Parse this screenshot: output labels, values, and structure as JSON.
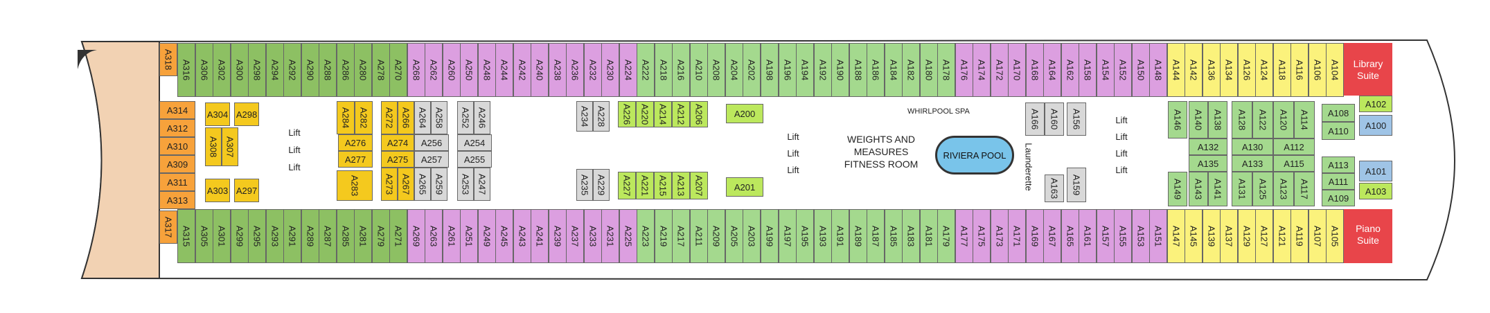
{
  "colors": {
    "green_dark": "#8dc063",
    "purple": "#dc9fe0",
    "green_light": "#a4d98e",
    "yellow": "#fbf27c",
    "orange": "#f7a23b",
    "gold": "#f4c91e",
    "gray": "#d8d8d8",
    "lime": "#bce85d",
    "blue_cabin": "#9fc4e6",
    "suite_red": "#e8454a"
  },
  "top_row": [
    "A316",
    "A306",
    "A302",
    "A300",
    "A298",
    "A294",
    "A292",
    "A290",
    "A288",
    "A286",
    "A280",
    "A278",
    "A270",
    "A268",
    "A262",
    "A260",
    "A250",
    "A248",
    "A244",
    "A242",
    "A240",
    "A238",
    "A236",
    "A232",
    "A230",
    "A224",
    "A222",
    "A218",
    "A216",
    "A210",
    "A208",
    "A204",
    "A202",
    "A198",
    "A196",
    "A194",
    "A192",
    "A190",
    "A188",
    "A186",
    "A184",
    "A182",
    "A180",
    "A178",
    "A176",
    "A174",
    "A172",
    "A170",
    "A168",
    "A164",
    "A162",
    "A158",
    "A154",
    "A152",
    "A150",
    "A148",
    "A144",
    "A142",
    "A136",
    "A134",
    "A126",
    "A124",
    "A118",
    "A116",
    "A106",
    "A104"
  ],
  "bottom_row": [
    "A315",
    "A305",
    "A301",
    "A299",
    "A295",
    "A293",
    "A291",
    "A289",
    "A287",
    "A285",
    "A281",
    "A279",
    "A271",
    "A269",
    "A263",
    "A261",
    "A251",
    "A249",
    "A245",
    "A243",
    "A241",
    "A239",
    "A237",
    "A233",
    "A231",
    "A225",
    "A223",
    "A219",
    "A217",
    "A211",
    "A209",
    "A205",
    "A203",
    "A199",
    "A197",
    "A195",
    "A193",
    "A191",
    "A189",
    "A187",
    "A185",
    "A183",
    "A181",
    "A179",
    "A177",
    "A175",
    "A173",
    "A171",
    "A169",
    "A167",
    "A165",
    "A161",
    "A157",
    "A155",
    "A153",
    "A151",
    "A147",
    "A145",
    "A139",
    "A137",
    "A129",
    "A127",
    "A121",
    "A119",
    "A107",
    "A105"
  ],
  "bow_cabins": [
    "A318",
    "A314",
    "A312",
    "A310",
    "A309",
    "A311",
    "A313",
    "A317"
  ],
  "inner_top": [
    "A304",
    "A298",
    "A284",
    "A282",
    "A272",
    "A266",
    "A264",
    "A258",
    "A252",
    "A246",
    "A234",
    "A228",
    "A226",
    "A220",
    "A214",
    "A212",
    "A206",
    "A200",
    "A166",
    "A160",
    "A156",
    "A146",
    "A140",
    "A138",
    "A128",
    "A122",
    "A120",
    "A114",
    "A108",
    "A110"
  ],
  "inner_mid": [
    "A308",
    "A307",
    "A276",
    "A277",
    "A274",
    "A275",
    "A256",
    "A257",
    "A254",
    "A255",
    "A132",
    "A135",
    "A130",
    "A133",
    "A112",
    "A115",
    "A113",
    "A111"
  ],
  "inner_bottom": [
    "A303",
    "A297",
    "A283",
    "A273",
    "A267",
    "A265",
    "A259",
    "A253",
    "A247",
    "A235",
    "A229",
    "A227",
    "A221",
    "A215",
    "A213",
    "A207",
    "A201",
    "A163",
    "A159",
    "A149",
    "A143",
    "A141",
    "A131",
    "A125",
    "A123",
    "A117",
    "A109"
  ],
  "fwd_cabins": [
    "A102",
    "A100",
    "A101",
    "A103"
  ],
  "lift_label": "Lift",
  "fitness_label": "WEIGHTS AND\nMEASURES\nFITNESS ROOM",
  "spa_label": "WHIRLPOOL SPA",
  "pool_label": "RIVIERA POOL",
  "laundrette_label": "Launderette",
  "library_suite": "Library\nSuite",
  "piano_suite": "Piano\nSuite"
}
